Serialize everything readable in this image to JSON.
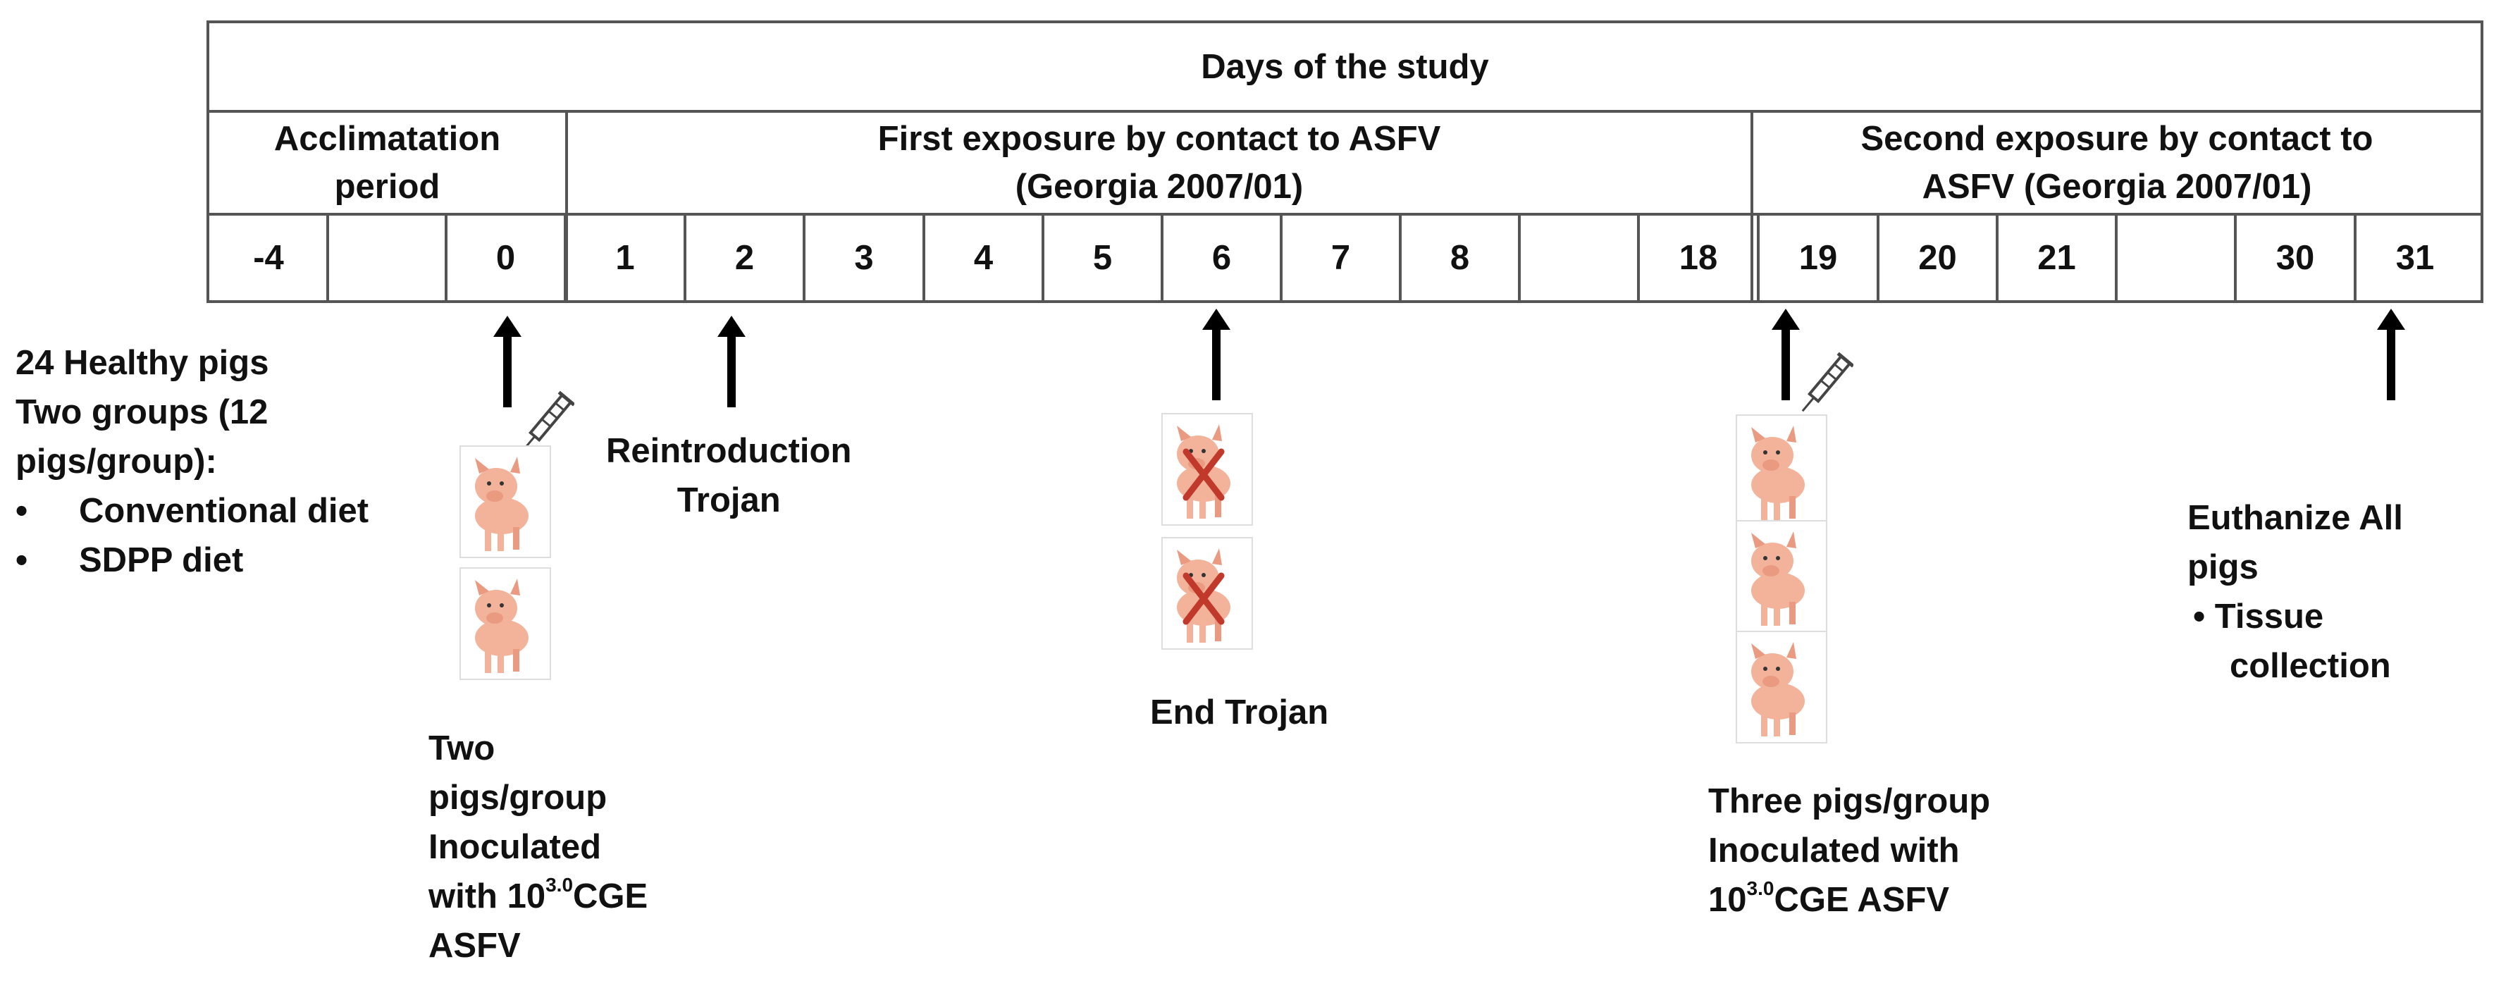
{
  "header": "Days of the study",
  "phases": [
    {
      "label_lines": [
        "Acclimatation",
        "period"
      ]
    },
    {
      "label_lines": [
        "First exposure by contact to ASFV",
        "(Georgia 2007/01)"
      ]
    },
    {
      "label_lines": [
        "Second exposure by contact to",
        "ASFV (Georgia 2007/01)"
      ]
    }
  ],
  "days": [
    "-4",
    "",
    "0",
    "1",
    "2",
    "3",
    "4",
    "5",
    "6",
    "7",
    "8",
    "",
    "18",
    "19",
    "20",
    "21",
    "",
    "30",
    "31"
  ],
  "events": {
    "start": {
      "line1": "24 Healthy pigs",
      "line2": "Two groups (12",
      "line3": "pigs/group):",
      "bullet1": "Conventional diet",
      "bullet2": "SDPP diet",
      "bullet_char": "•"
    },
    "day0": {
      "line1": "Two",
      "line2": "pigs/group",
      "line3": "Inoculated",
      "line4_pre": "with 10",
      "line4_sup": "3.0",
      "line4_post": "CGE",
      "line5": "ASFV"
    },
    "day2": {
      "line1": "Reintroduction",
      "line2": "Trojan"
    },
    "day6": {
      "line1": "End Trojan"
    },
    "day19": {
      "line1": "Three pigs/group",
      "line2": "Inoculated with",
      "line3_pre": "10",
      "line3_sup": "3.0",
      "line3_post": "CGE ASFV"
    },
    "day31": {
      "line1": "Euthanize All",
      "line2": "pigs",
      "bullet1": "Tissue",
      "bullet2": "collection",
      "bullet_char": "•"
    }
  },
  "colors": {
    "border": "#555555",
    "arrow": "#000000",
    "pig": "#f2b39a",
    "cross": "#c0392b",
    "syringe": "#444444"
  }
}
